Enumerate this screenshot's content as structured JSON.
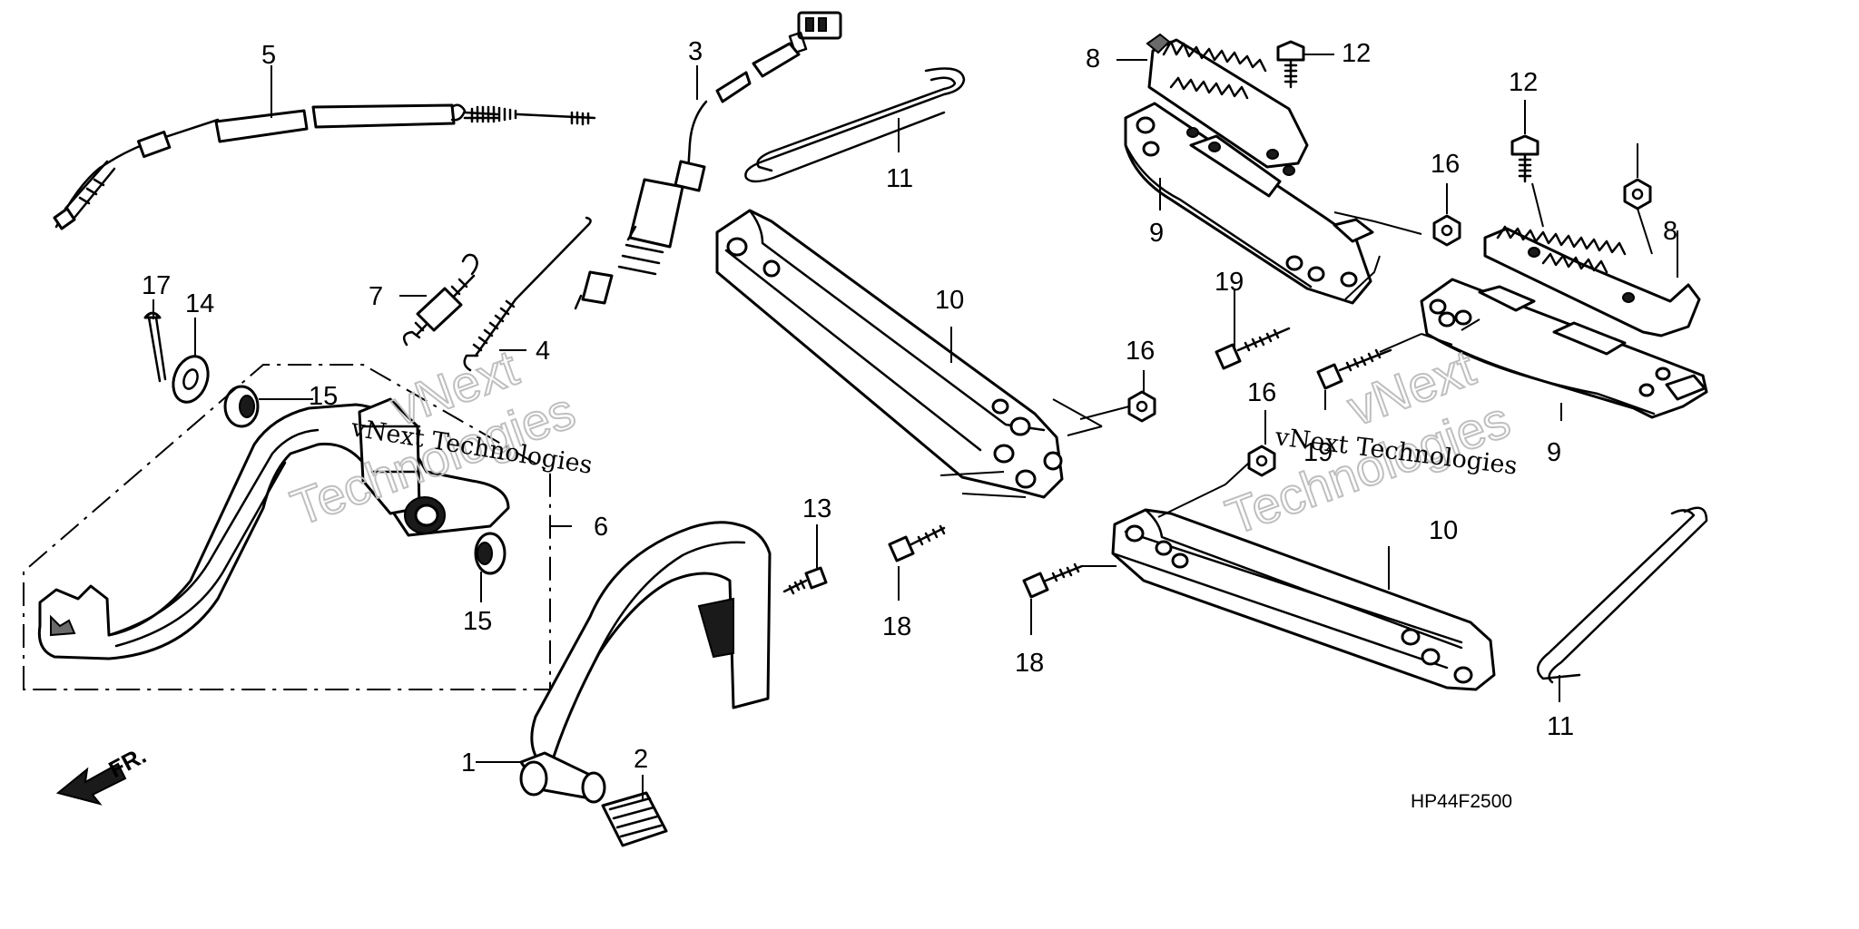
{
  "diagram_code": "HP44F2500",
  "front_marker": "FR.",
  "watermark": {
    "brand_line_1": "vNext",
    "brand_line_2": "Technologies",
    "brand_full": "vNext Technologies"
  },
  "callouts": {
    "c1": "1",
    "c2": "2",
    "c3": "3",
    "c4": "4",
    "c5": "5",
    "c6": "6",
    "c7": "7",
    "c8a": "8",
    "c8b": "8",
    "c9a": "9",
    "c9b": "9",
    "c10a": "10",
    "c10b": "10",
    "c11a": "11",
    "c11b": "11",
    "c12a": "12",
    "c12b": "12",
    "c13": "13",
    "c14": "14",
    "c15a": "15",
    "c15b": "15",
    "c16a": "16",
    "c16b": "16",
    "c16c": "16",
    "c17": "17",
    "c18a": "18",
    "c18b": "18",
    "c19a": "19",
    "c19b": "19"
  }
}
